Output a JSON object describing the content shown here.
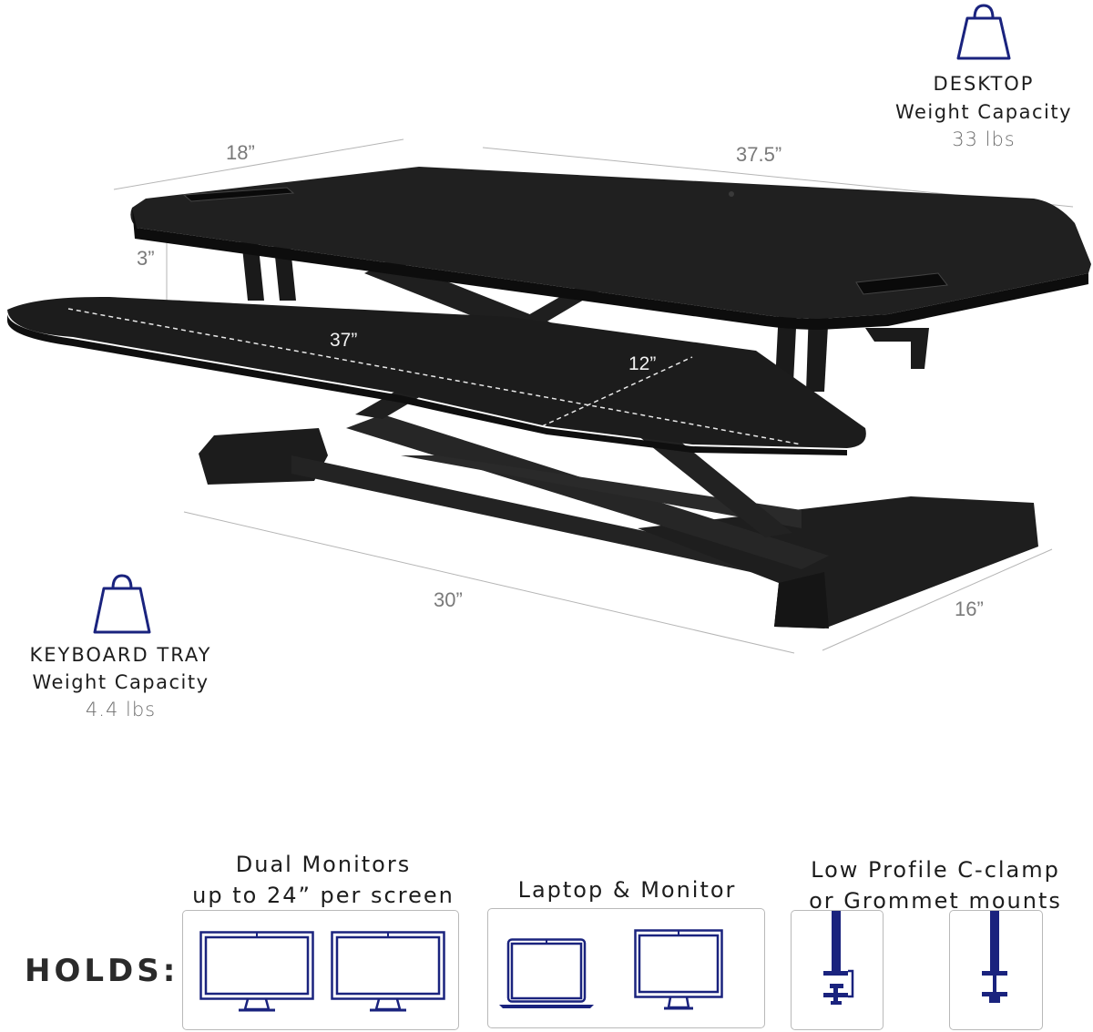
{
  "capacity": {
    "desktop": {
      "icon": "weight-icon",
      "title": "DESKTOP",
      "subtitle": "Weight Capacity",
      "value": "33 lbs"
    },
    "keyboard_tray": {
      "icon": "weight-icon",
      "title": "KEYBOARD TRAY",
      "subtitle": "Weight Capacity",
      "value": "4.4 lbs"
    }
  },
  "dimensions": {
    "desktop_depth": "18”",
    "desktop_width": "37.5”",
    "height_gap": "3”",
    "tray_width": "37”",
    "tray_depth": "12”",
    "base_length": "30”",
    "base_depth": "16”"
  },
  "holds": {
    "label": "HOLDS:",
    "features": [
      {
        "label_line1": "Dual Monitors",
        "label_line2": "up to 24” per screen",
        "icons": [
          "monitor-icon",
          "monitor-icon"
        ]
      },
      {
        "label_line1": "Laptop & Monitor",
        "icons": [
          "laptop-icon",
          "monitor-icon"
        ]
      },
      {
        "label_line1": "Low Profile C-clamp",
        "label_line2": "or Grommet mounts",
        "icons": [
          "c-clamp-icon",
          "grommet-icon"
        ]
      }
    ]
  },
  "colors": {
    "icon_navy": "#1a237e",
    "desk_black": "#1b1b1b",
    "dimension_gray": "#7a7a7a"
  }
}
